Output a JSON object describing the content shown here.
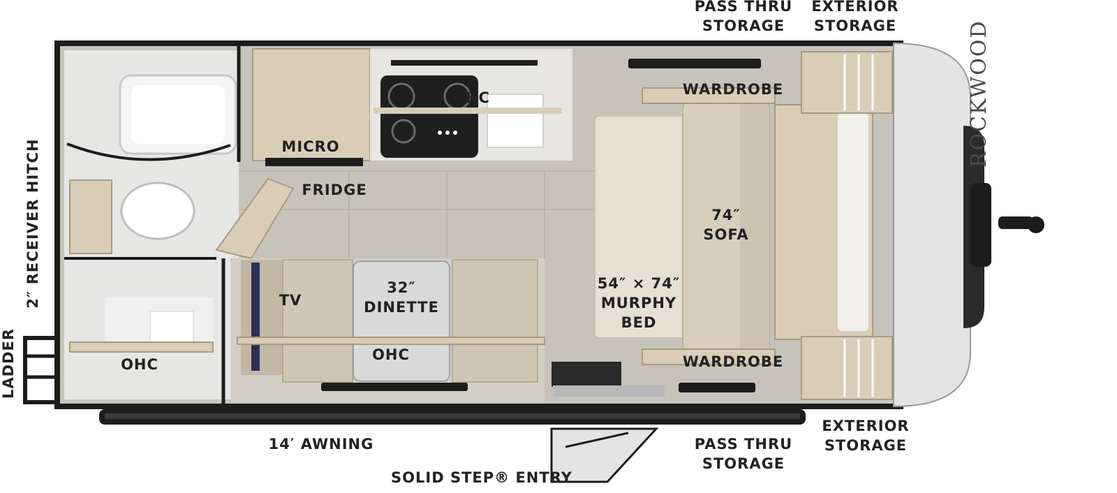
{
  "labels": {
    "ladder": "LADDER",
    "receiver_hitch": "2″ RECEIVER HITCH",
    "ohc_bath": "OHC",
    "micro": "MICRO",
    "fridge": "FRIDGE",
    "ohc_kitchen": "OHC",
    "tv": "TV",
    "dinette_size": "32″",
    "dinette": "DINETTE",
    "ohc_dinette": "OHC",
    "bed_size": "54″ × 74″",
    "bed_line1": "MURPHY",
    "bed_line2": "BED",
    "sofa_size": "74″",
    "sofa": "SOFA",
    "wardrobe_top": "WARDROBE",
    "wardrobe_bottom": "WARDROBE",
    "pass_thru_top_1": "PASS THRU",
    "pass_thru_top_2": "STORAGE",
    "ext_storage_top_1": "EXTERIOR",
    "ext_storage_top_2": "STORAGE",
    "awning": "14′ AWNING",
    "entry": "SOLID STEP® ENTRY",
    "pass_thru_bottom_1": "PASS THRU",
    "pass_thru_bottom_2": "STORAGE",
    "ext_storage_bottom_1": "EXTERIOR",
    "ext_storage_bottom_2": "STORAGE"
  },
  "brand": "ROCKWOOD",
  "colors": {
    "wall": "#1c1c1c",
    "floor": "#c9c5bd",
    "wood": "#d9cdb8",
    "cushion": "#cfc6b6",
    "cap": "#e4e4e4"
  }
}
